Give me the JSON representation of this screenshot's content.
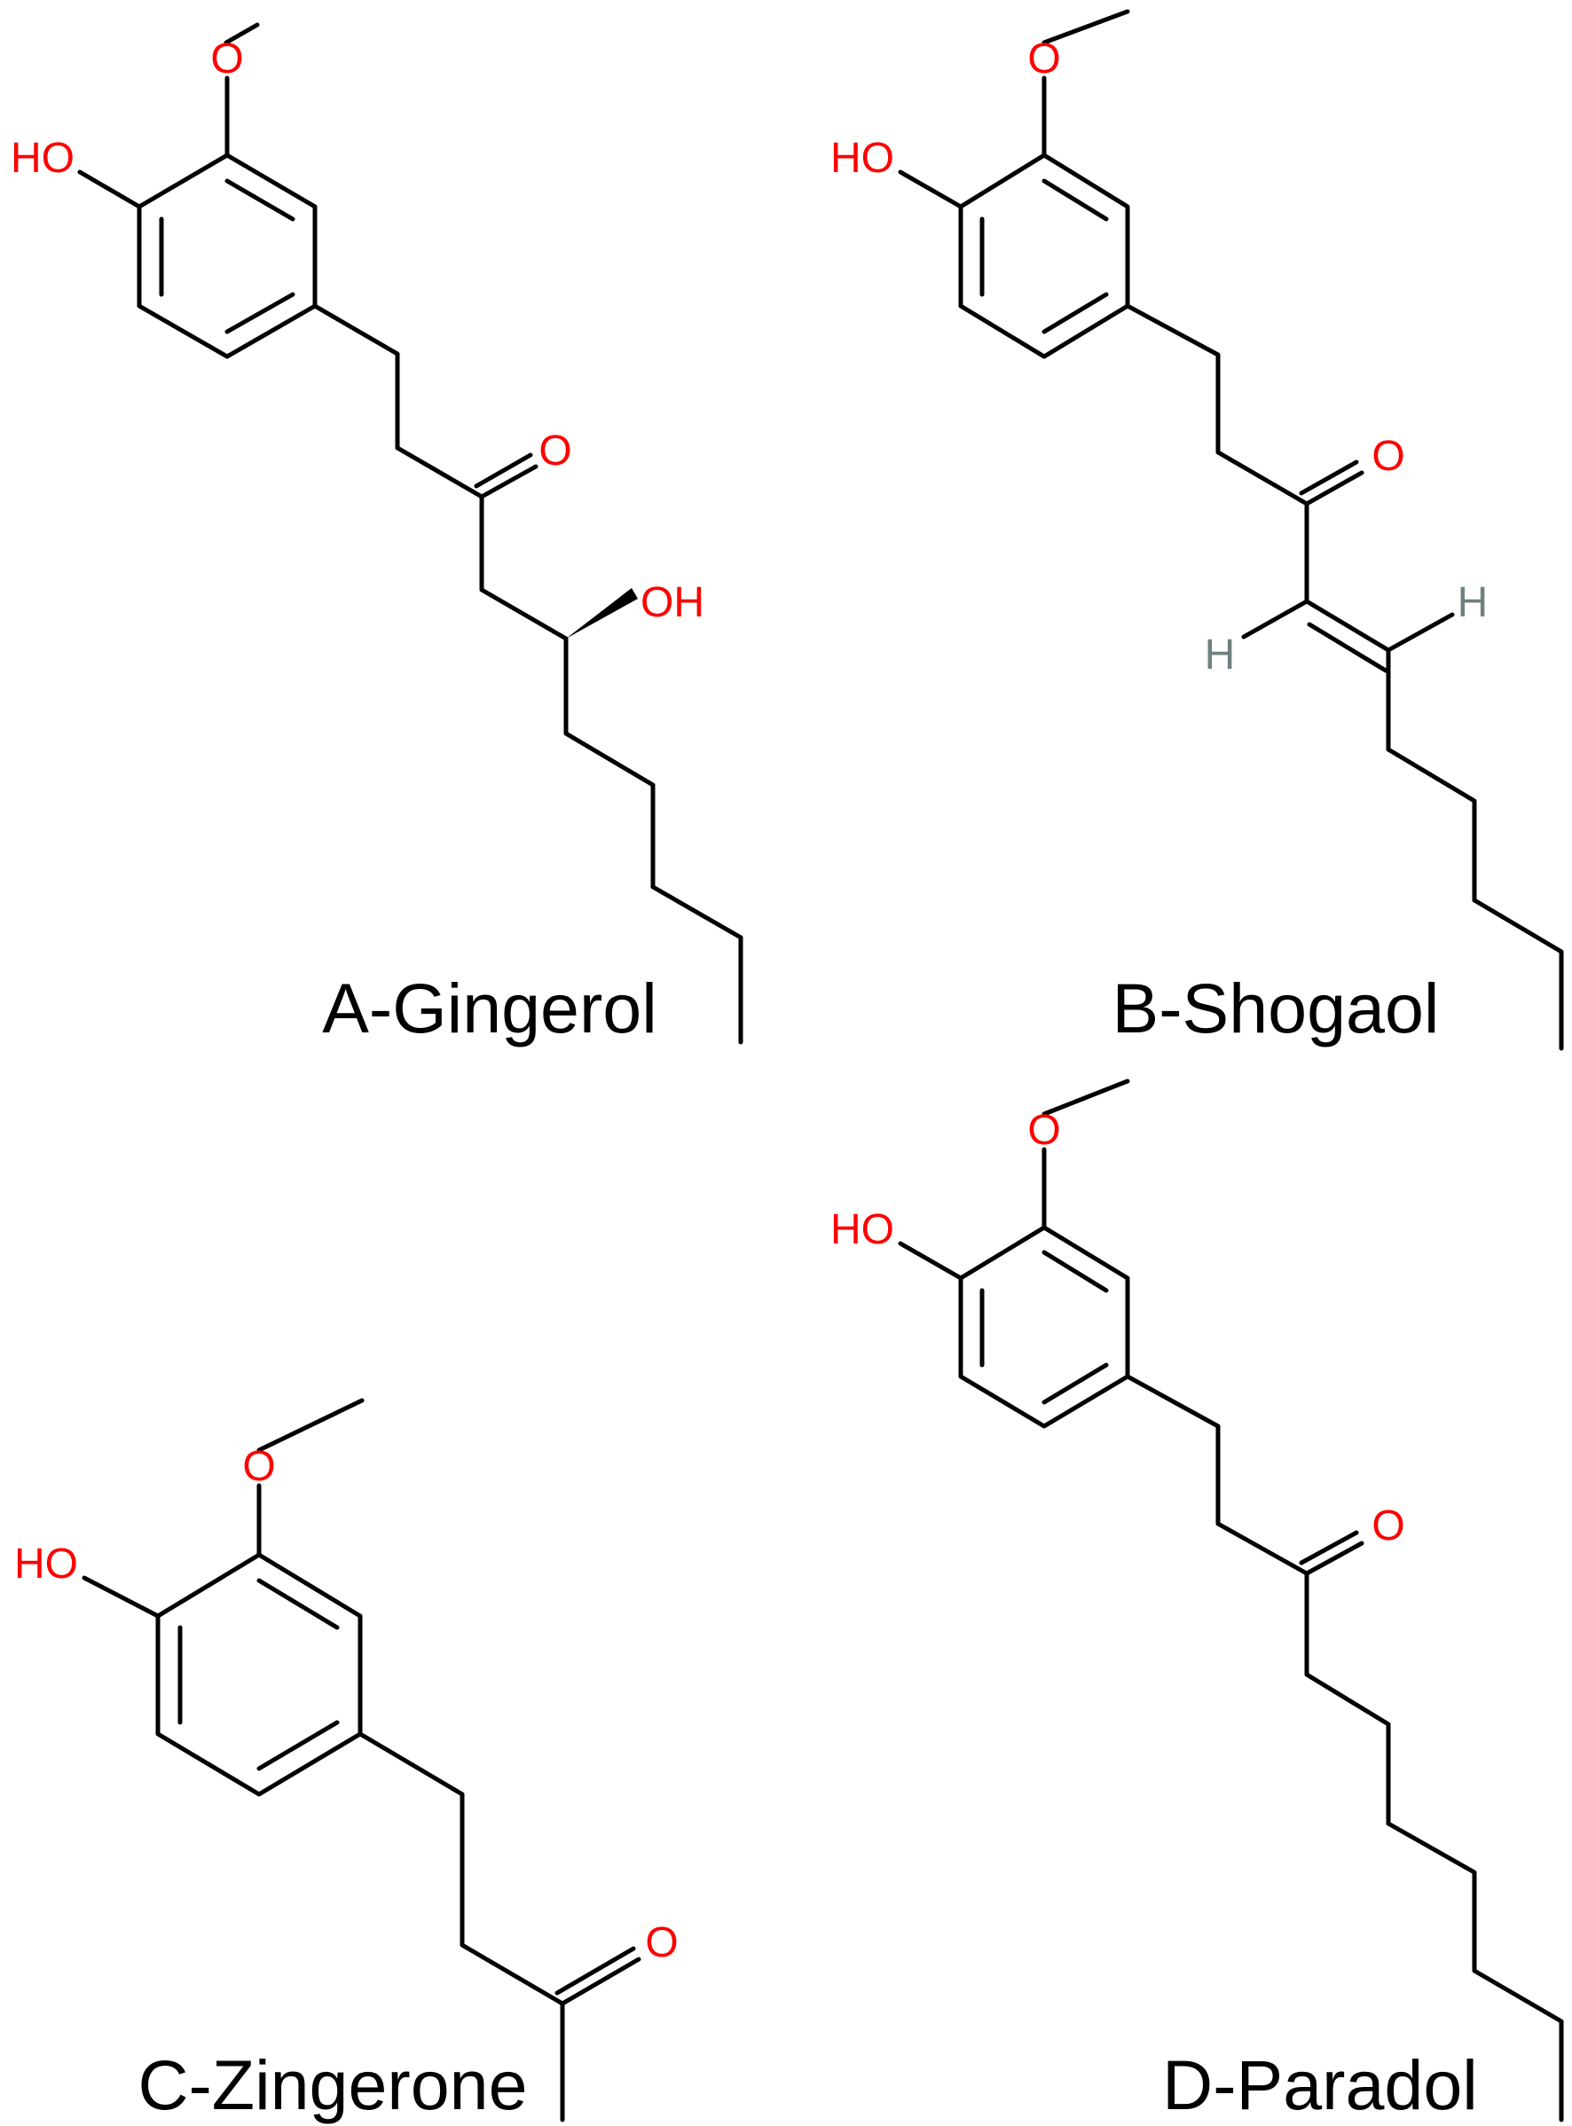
{
  "colors": {
    "bond": "#000000",
    "heteroatom": "#ff0000",
    "hydrogen": "#708080",
    "caption": "#000000"
  },
  "atoms": {
    "methoxy_o": "O",
    "hydroxyl": "HO",
    "carbonyl_o": "O",
    "alcohol": "OH",
    "hydrogen": "H"
  },
  "molecules": [
    {
      "id": "a",
      "label": "A-Gingerol"
    },
    {
      "id": "b",
      "label": "B-Shogaol"
    },
    {
      "id": "c",
      "label": "C-Zingerone"
    },
    {
      "id": "d",
      "label": "D-Paradol"
    }
  ]
}
